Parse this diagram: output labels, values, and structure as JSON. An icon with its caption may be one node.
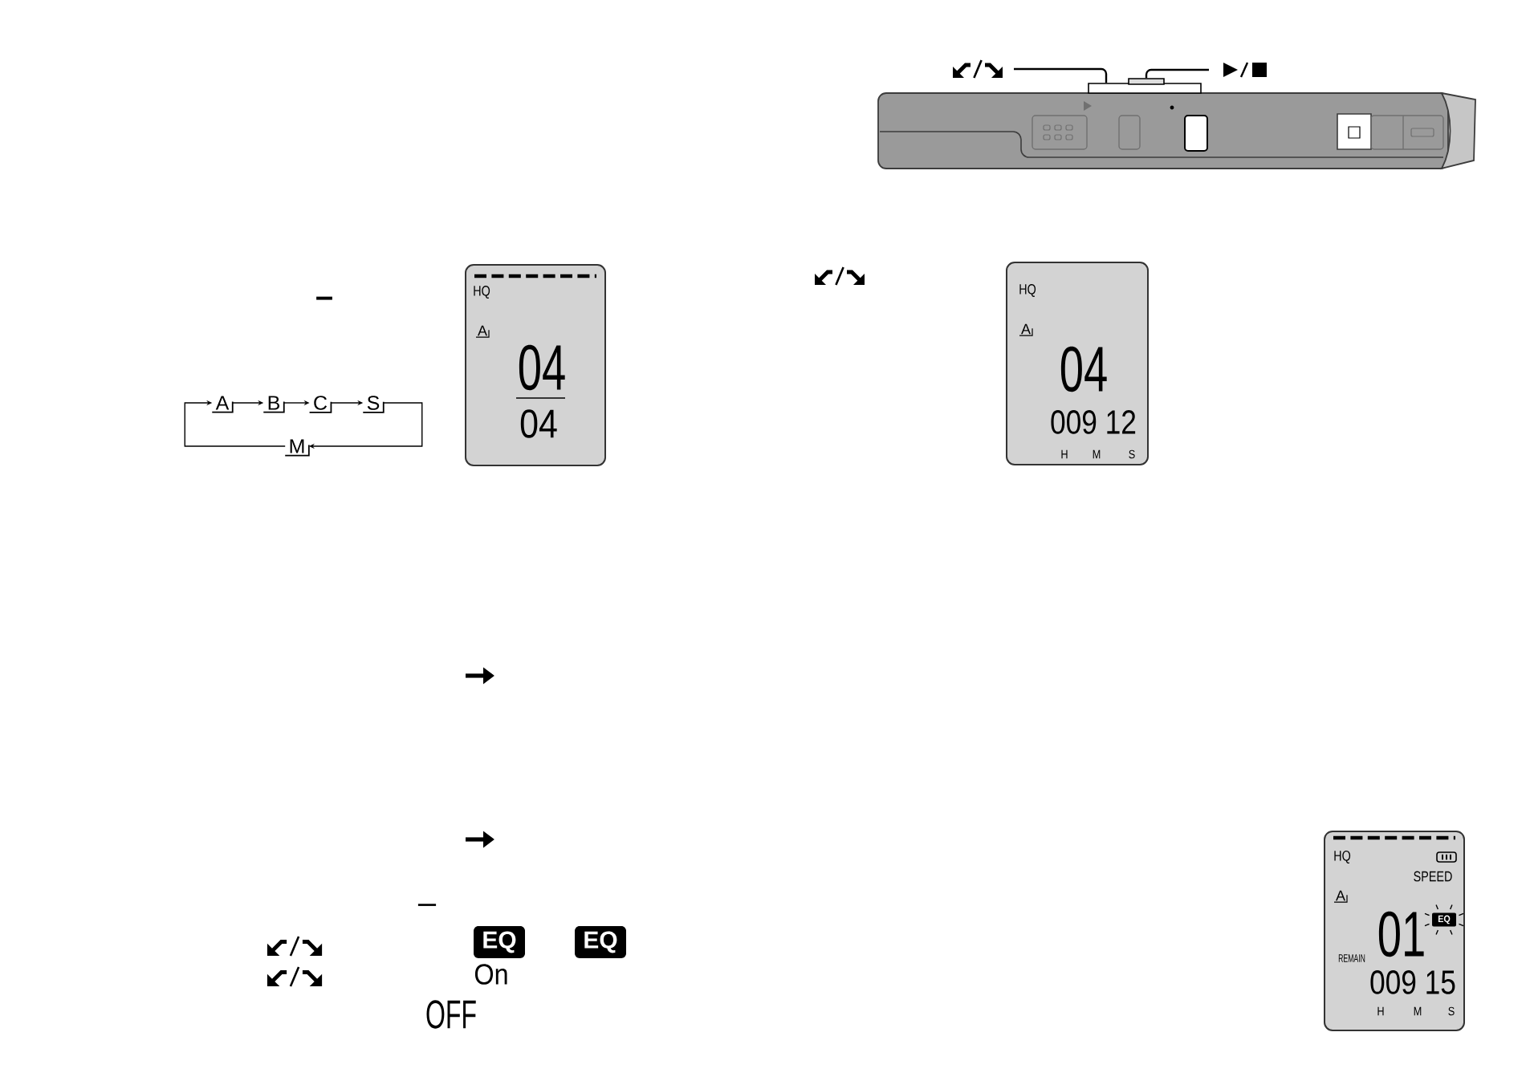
{
  "diagram": {
    "nodes": [
      {
        "text": [],
        "shape": "picture"
      },
      {
        "text": [],
        "shape": "picture"
      },
      {
        "text": [],
        "shape": "box"
      },
      {
        "text": [],
        "shape": "box"
      },
      {
        "text": [
          "A"
        ]
      },
      {
        "text": [
          "B"
        ]
      },
      {
        "text": [
          "C"
        ]
      },
      {
        "text": [
          "S"
        ]
      },
      {
        "text": [
          "M"
        ]
      },
      {
        "text": [
          "HQ",
          "A",
          "04",
          "04"
        ]
      },
      {
        "text": [
          "HQ",
          "A",
          "04",
          "009 12",
          "H",
          "M",
          "S"
        ]
      },
      {
        "text": [
          "EQ"
        ]
      },
      {
        "text": [
          "EQ"
        ]
      },
      {
        "text": [
          "HQ",
          "SPEED",
          "A",
          "01",
          "REMAIN",
          "009 15",
          "H",
          "M",
          "S"
        ]
      },
      {
        "text": [
          "EQ"
        ],
        "in": 13
      }
    ],
    "edges": [
      {
        "from": 0,
        "to": 2,
        "arrow": "none"
      },
      {
        "from": 1,
        "to": 3,
        "arrow": "none"
      },
      {
        "from": 4,
        "to": 5,
        "arrow": "to"
      },
      {
        "from": 5,
        "to": 6,
        "arrow": "to"
      },
      {
        "from": 6,
        "to": 7,
        "arrow": "to"
      },
      {
        "from": 7,
        "to": 8,
        "arrow": "to"
      },
      {
        "from": 8,
        "to": 4,
        "arrow": "to"
      }
    ],
    "labels": [
      "–",
      "–",
      "On",
      "OFF"
    ]
  }
}
